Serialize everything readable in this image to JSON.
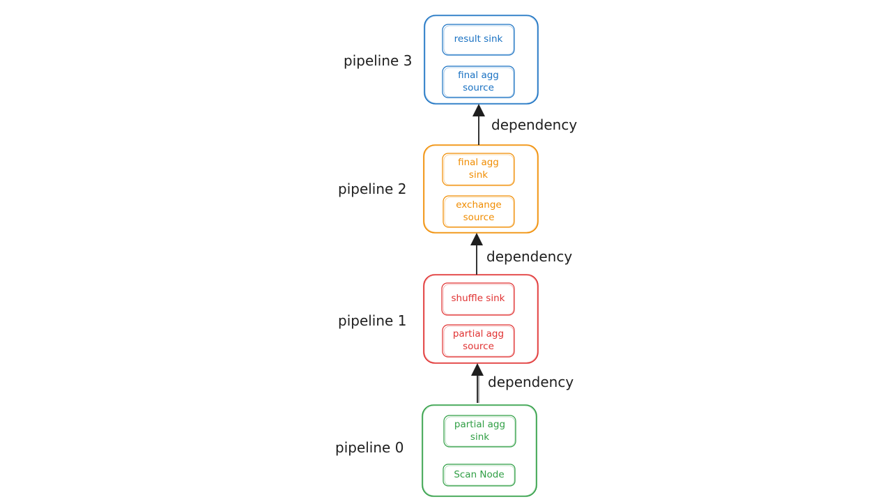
{
  "colors": {
    "pipeline3": "#1971c2",
    "pipeline2": "#f08c00",
    "pipeline1": "#e03131",
    "pipeline0": "#2f9e44",
    "ink": "#1e1e1e"
  },
  "pipelines": [
    {
      "label": "pipeline 3",
      "top_node": "result sink",
      "bottom_node": "final agg\nsource"
    },
    {
      "label": "pipeline 2",
      "top_node": "final agg\nsink",
      "bottom_node": "exchange\nsource"
    },
    {
      "label": "pipeline 1",
      "top_node": "shuffle sink",
      "bottom_node": "partial agg\nsource"
    },
    {
      "label": "pipeline 0",
      "top_node": "partial agg\nsink",
      "bottom_node": "Scan Node"
    }
  ],
  "edges": [
    {
      "label": "dependency"
    },
    {
      "label": "dependency"
    },
    {
      "label": "dependency"
    }
  ]
}
